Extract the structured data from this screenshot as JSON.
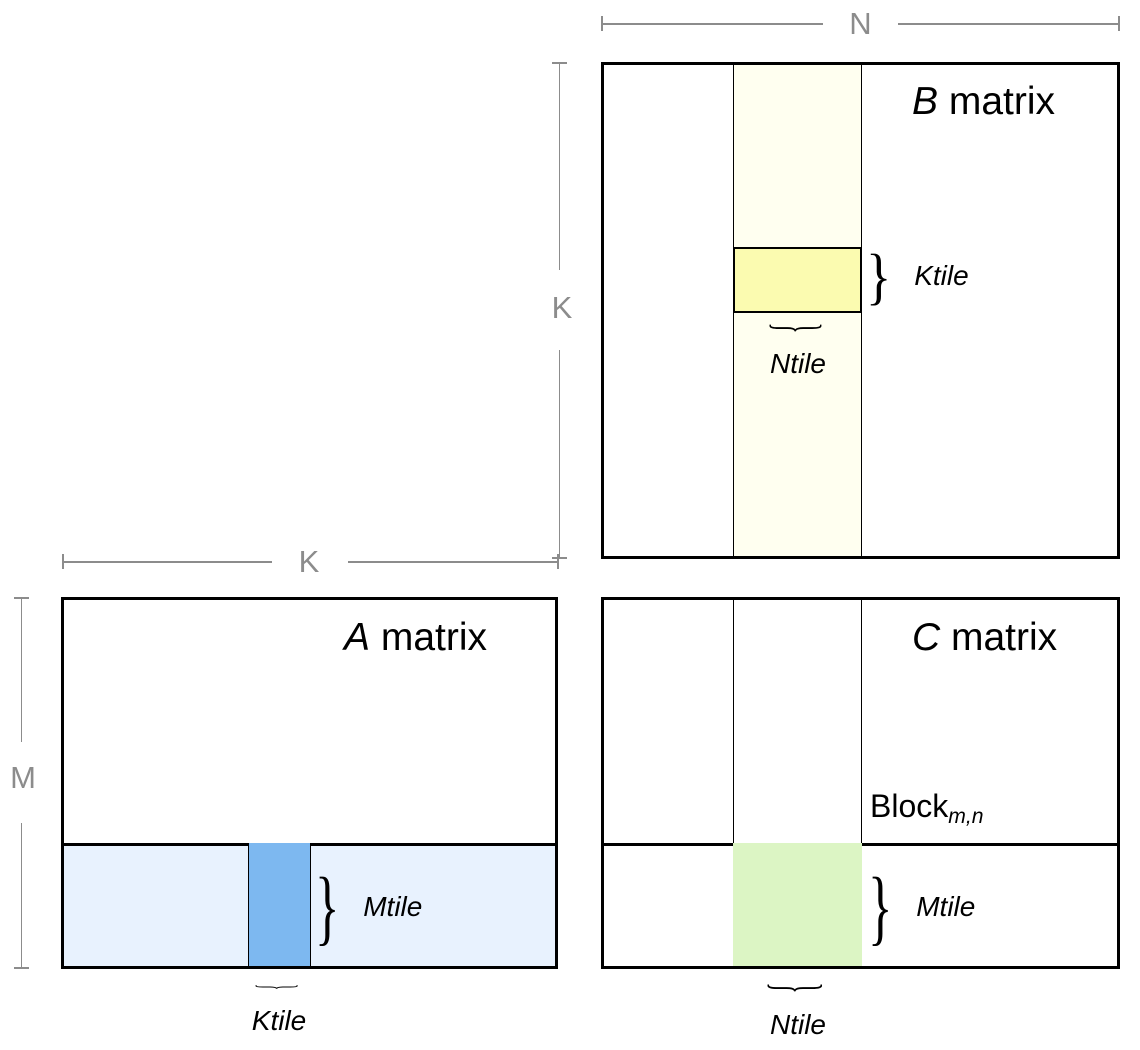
{
  "diagram": {
    "title_hidden": "Tiled matrix multiplication block decomposition",
    "matrices": [
      {
        "id": "B",
        "symbol": "B",
        "title_suffix": " matrix",
        "highlight_column_label": "Ntile",
        "highlight_tile_label": "Ktile"
      },
      {
        "id": "A",
        "symbol": "A",
        "title_suffix": " matrix",
        "highlight_row_label": "Mtile",
        "highlight_tile_label": "Ktile"
      },
      {
        "id": "C",
        "symbol": "C",
        "title_suffix": " matrix",
        "block_label": "Block",
        "block_subscript": "m,n",
        "highlight_row_label": "Mtile",
        "highlight_col_label": "Ntile"
      }
    ],
    "dimensions": {
      "n": "N",
      "k_vertical": "K",
      "k_horizontal": "K",
      "m": "M"
    },
    "labels": {
      "ktile": "Ktile",
      "ntile": "Ntile",
      "mtile": "Mtile",
      "brace_right": "}",
      "brace_under": "}"
    },
    "colors": {
      "outline": "#000000",
      "ruler": "#8c8c8c",
      "b_column": "#fffff0",
      "b_tile": "#fbfbb0",
      "a_row": "#e8f2fe",
      "a_tile": "#7db8f0",
      "c_tile": "#dcf5c4",
      "background": "#ffffff"
    }
  }
}
